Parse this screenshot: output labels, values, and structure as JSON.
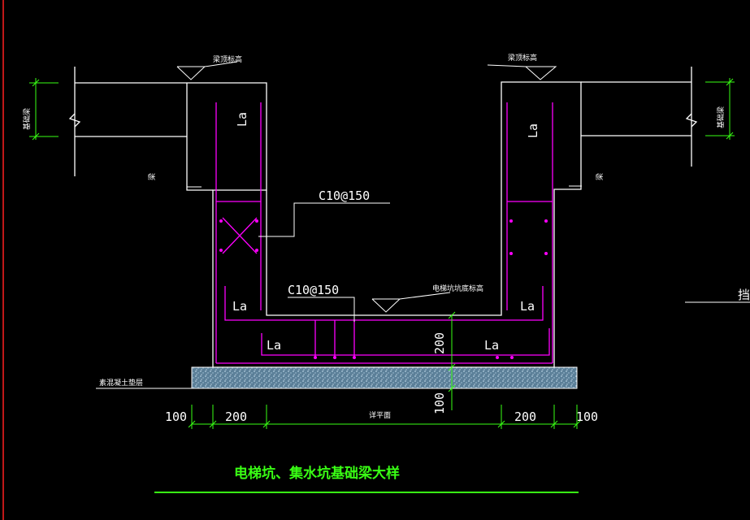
{
  "drawing": {
    "title": "电梯坑、集水坑基础梁大样",
    "labels": {
      "rebar_top": "C10@150",
      "rebar_mid": "C10@150",
      "anchor": "La",
      "elev_left": "梁顶标高",
      "elev_right": "梁顶标高",
      "elev_pit": "电梯坑坑底标高",
      "beam_left": "梁",
      "beam_right": "梁",
      "height_left": "基础梁",
      "height_right": "基础梁",
      "cushion": "素混凝土垫层",
      "pit_width": "详平面",
      "right_edge": "挡"
    },
    "dims": {
      "d100_left": "100",
      "d200_left": "200",
      "d200_right": "200",
      "d100_right": "100",
      "d200_vert": "200",
      "d100_vert": "100"
    }
  },
  "colors": {
    "background": "#000000",
    "outline": "#ffffff",
    "rebar": "#ff00ff",
    "dimension": "#39ff14",
    "hatch": "#8fb3c9",
    "leader": "#ffffff",
    "frame": "#ff2020"
  }
}
